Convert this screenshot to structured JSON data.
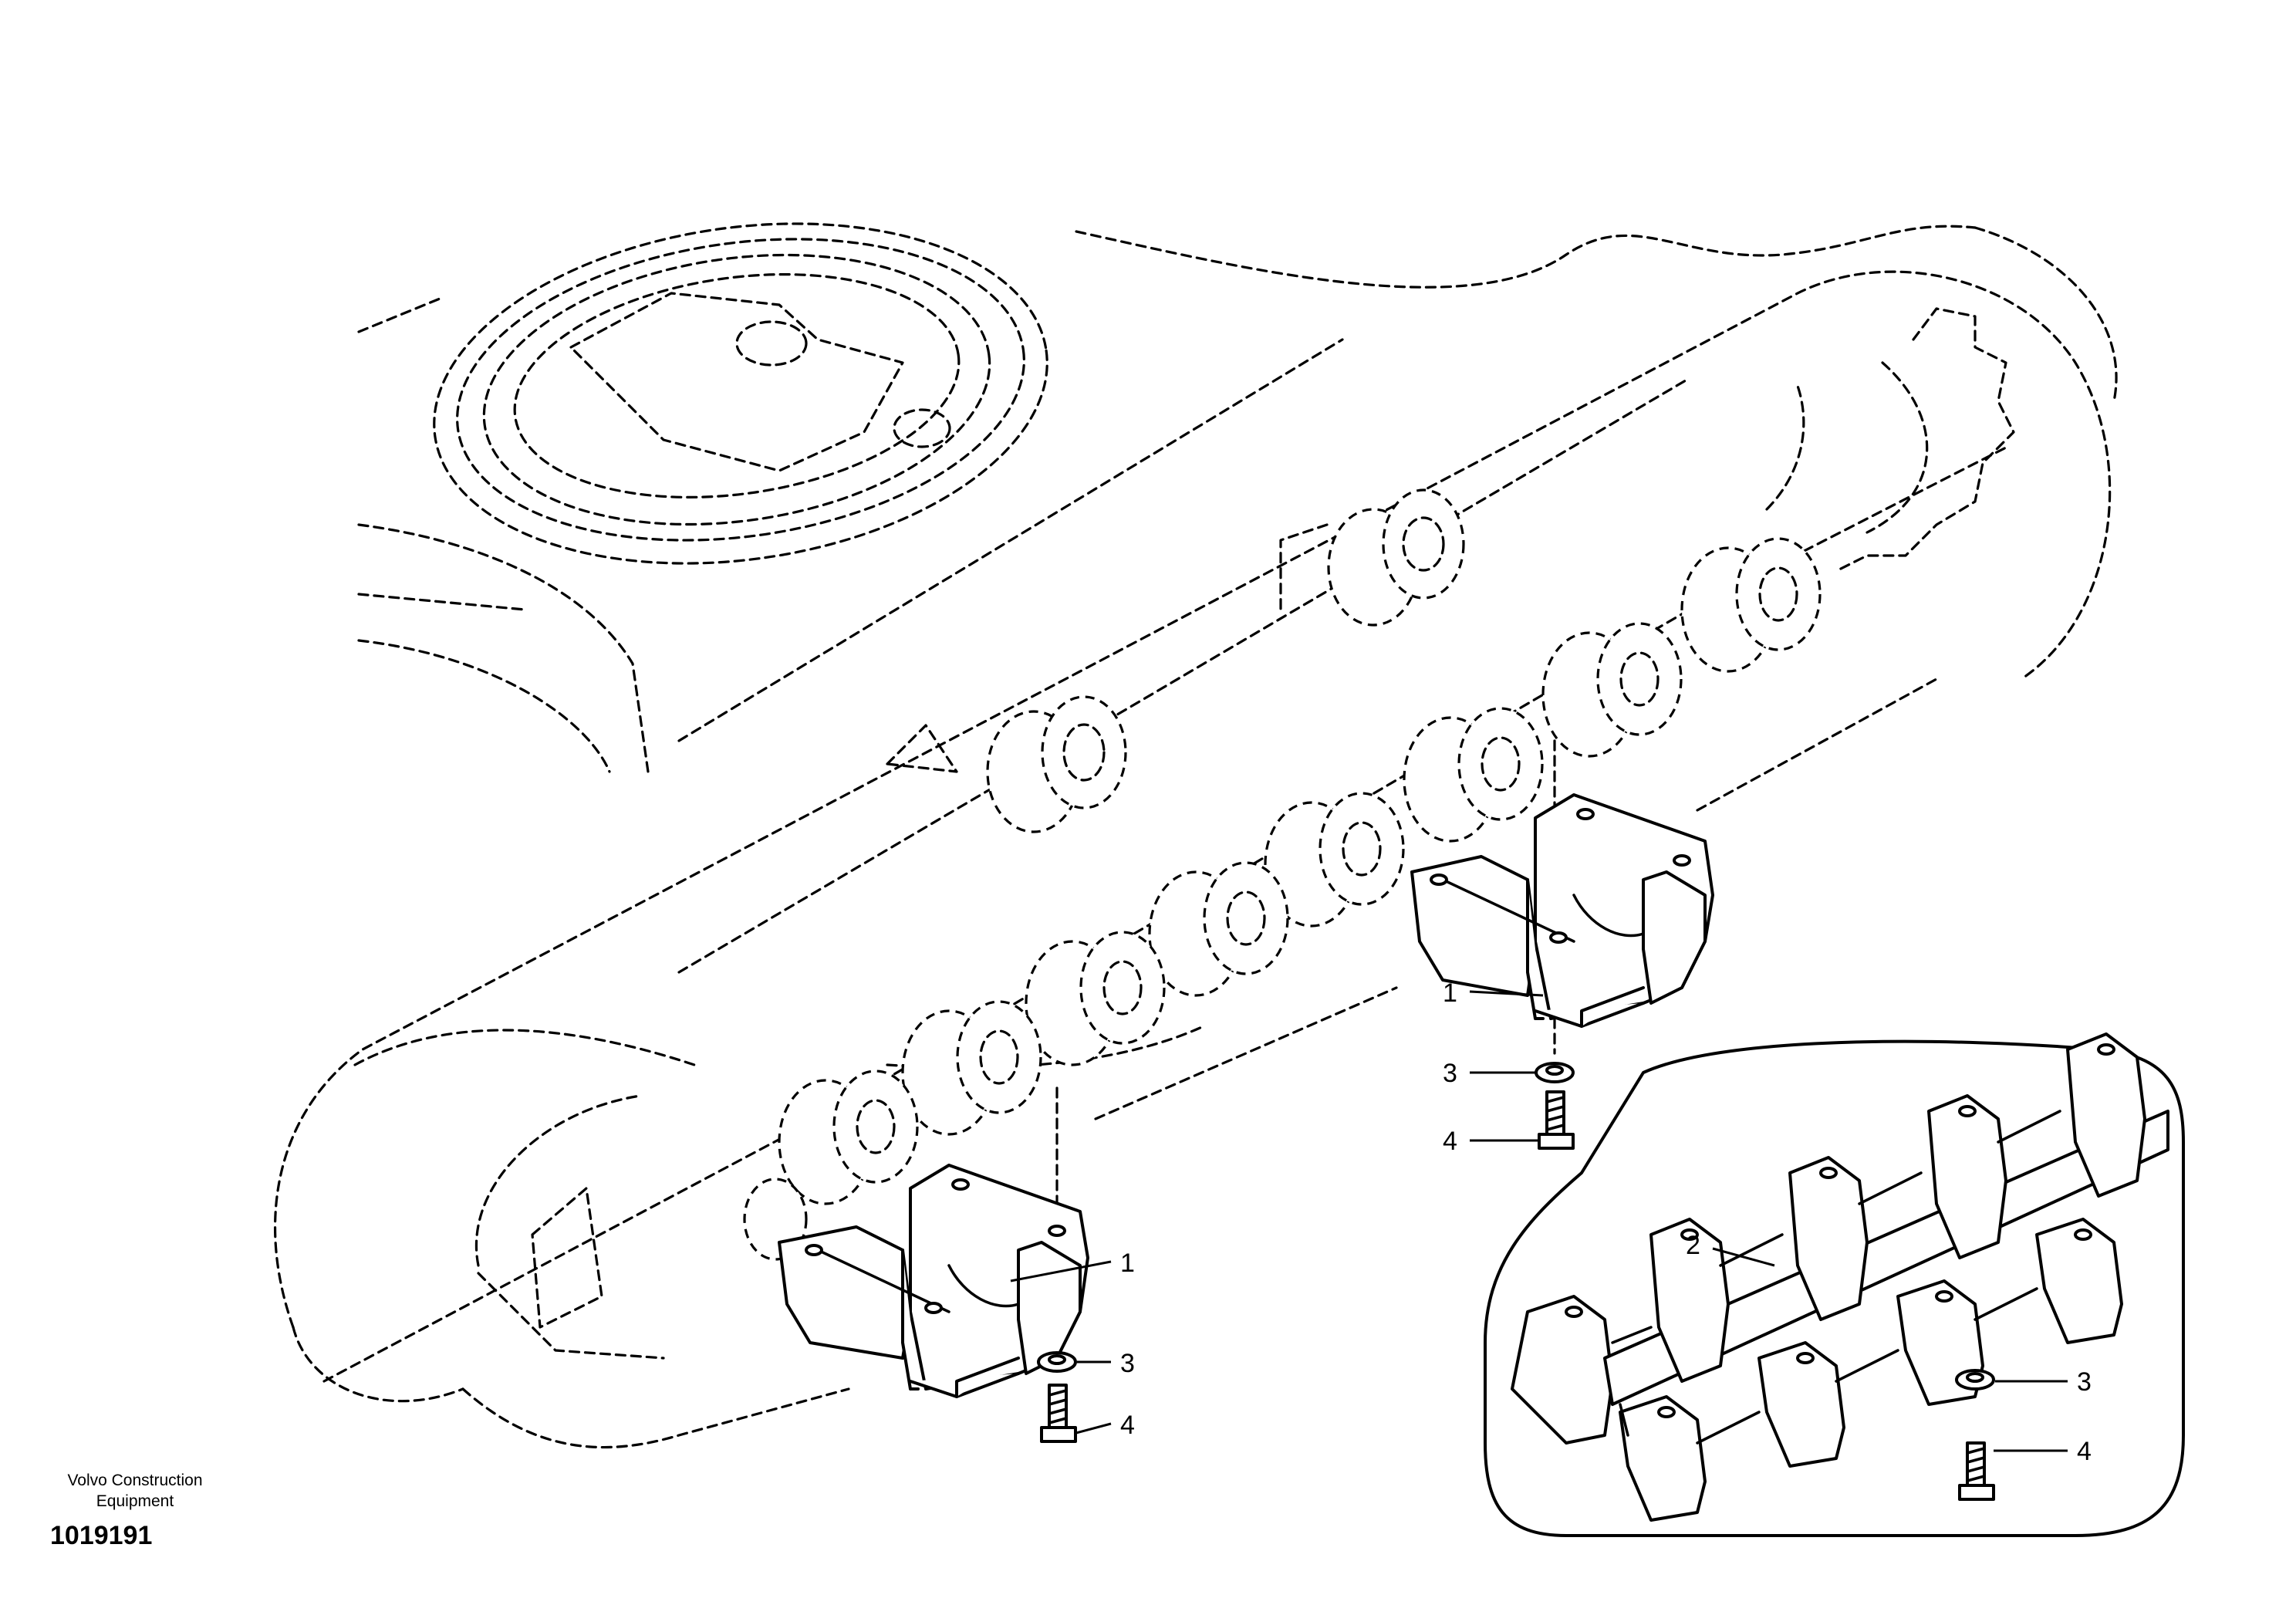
{
  "diagram": {
    "callouts": {
      "left_shield": "1",
      "left_washer": "3",
      "left_bolt": "4",
      "right_shield": "1",
      "right_washer": "3",
      "right_bolt": "4",
      "inset_guard": "2",
      "inset_washer": "3",
      "inset_bolt": "4"
    }
  },
  "footer": {
    "manufacturer": "Volvo Construction Equipment",
    "drawing_number": "1019191"
  }
}
